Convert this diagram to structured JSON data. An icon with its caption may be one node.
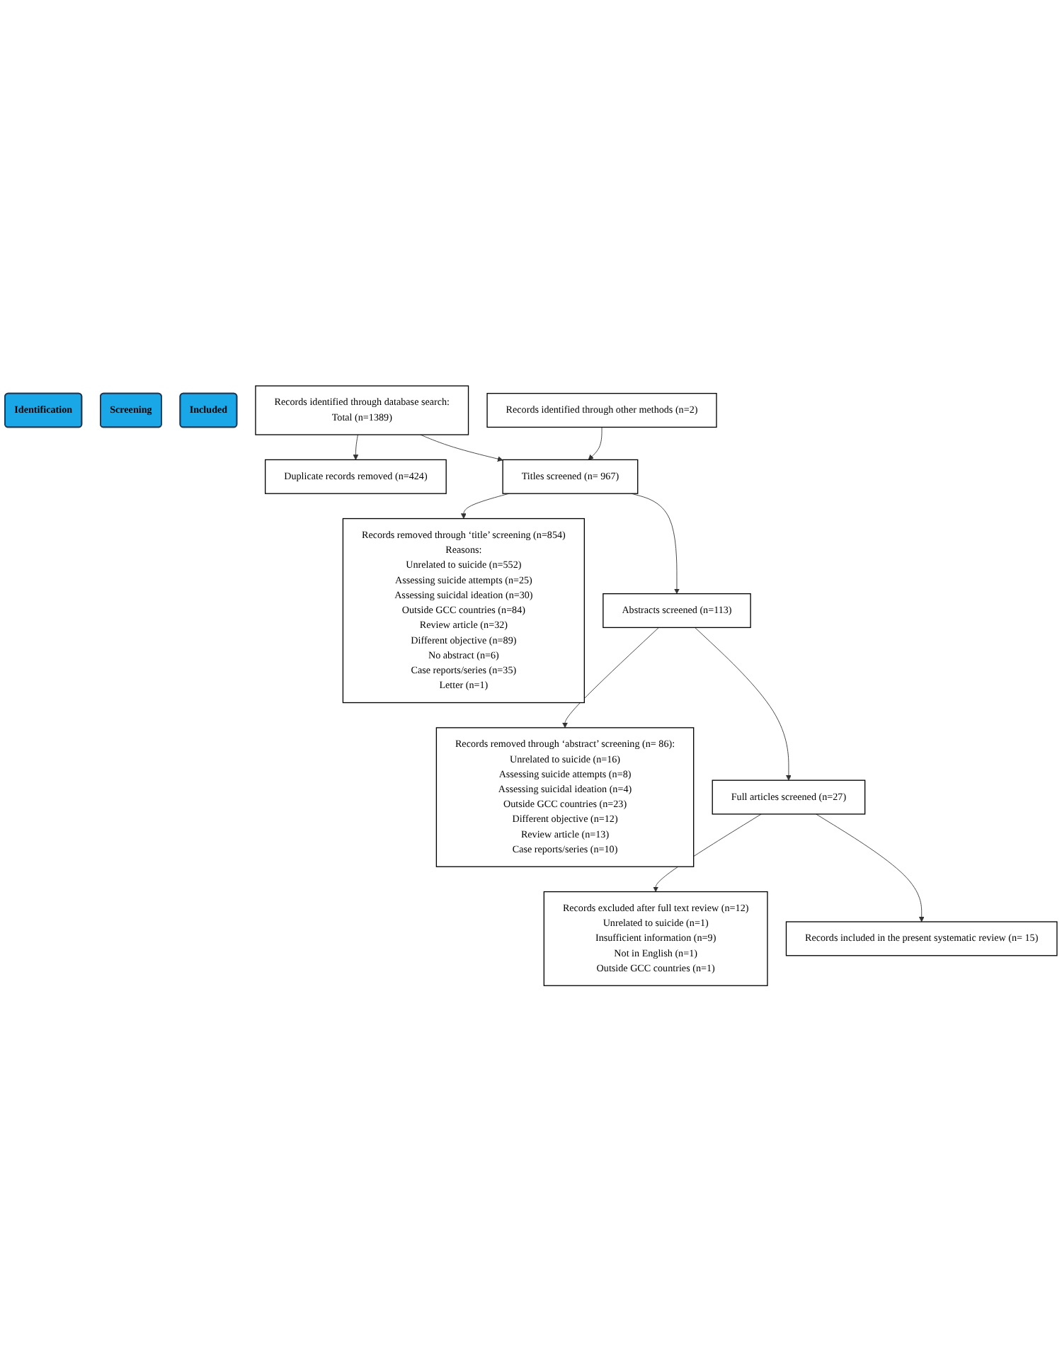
{
  "diagram": {
    "nodes": [
      {
        "text": [
          "Identification"
        ]
      },
      {
        "text": [
          "Screening"
        ]
      },
      {
        "text": [
          "Included"
        ]
      },
      {
        "text": [
          "Records identified through database search:",
          "Total (n=1389)"
        ]
      },
      {
        "text": [
          "Duplicate records removed (n=424)"
        ]
      },
      {
        "text": [
          "Records identified through other methods (n=2)"
        ]
      },
      {
        "text": [
          "Titles screened (n= 967)"
        ]
      },
      {
        "text": [
          "Records removed through ‘title’ screening (n=854)",
          "Reasons:",
          "Unrelated to suicide (n=552)",
          "Assessing suicide attempts (n=25)",
          "Assessing suicidal ideation (n=30)",
          "Outside GCC countries (n=84)",
          "Review article (n=32)",
          "Different objective (n=89)",
          "No abstract (n=6)",
          "Case reports/series (n=35)",
          "Letter (n=1)"
        ]
      },
      {
        "text": [
          "Abstracts screened (n=113)"
        ]
      },
      {
        "text": [
          "Records removed through ‘abstract’ screening (n= 86):",
          "Unrelated to suicide (n=16)",
          "Assessing suicide attempts (n=8)",
          "Assessing suicidal ideation (n=4)",
          "Outside GCC countries (n=23)",
          "Different objective (n=12)",
          "Review article (n=13)",
          "Case reports/series (n=10)"
        ]
      },
      {
        "text": [
          "Full articles screened (n=27)"
        ]
      },
      {
        "text": [
          "Records excluded after full text review (n=12)",
          "Unrelated to suicide (n=1)",
          "Insufficient information (n=9)",
          "Not in English (n=1)",
          "Outside GCC countries (n=1)"
        ]
      },
      {
        "text": [
          "Records included in the present systematic review (n= 15)"
        ]
      }
    ],
    "edges": [
      {
        "from": 3,
        "to": 4,
        "arrow": "to"
      },
      {
        "from": 3,
        "to": 6,
        "arrow": "to"
      },
      {
        "from": 5,
        "to": 6,
        "arrow": "to"
      },
      {
        "from": 6,
        "to": 7,
        "arrow": "to"
      },
      {
        "from": 6,
        "to": 8,
        "arrow": "to"
      },
      {
        "from": 8,
        "to": 9,
        "arrow": "to"
      },
      {
        "from": 8,
        "to": 10,
        "arrow": "to"
      },
      {
        "from": 10,
        "to": 11,
        "arrow": "to"
      },
      {
        "from": 10,
        "to": 12,
        "arrow": "to"
      }
    ]
  }
}
